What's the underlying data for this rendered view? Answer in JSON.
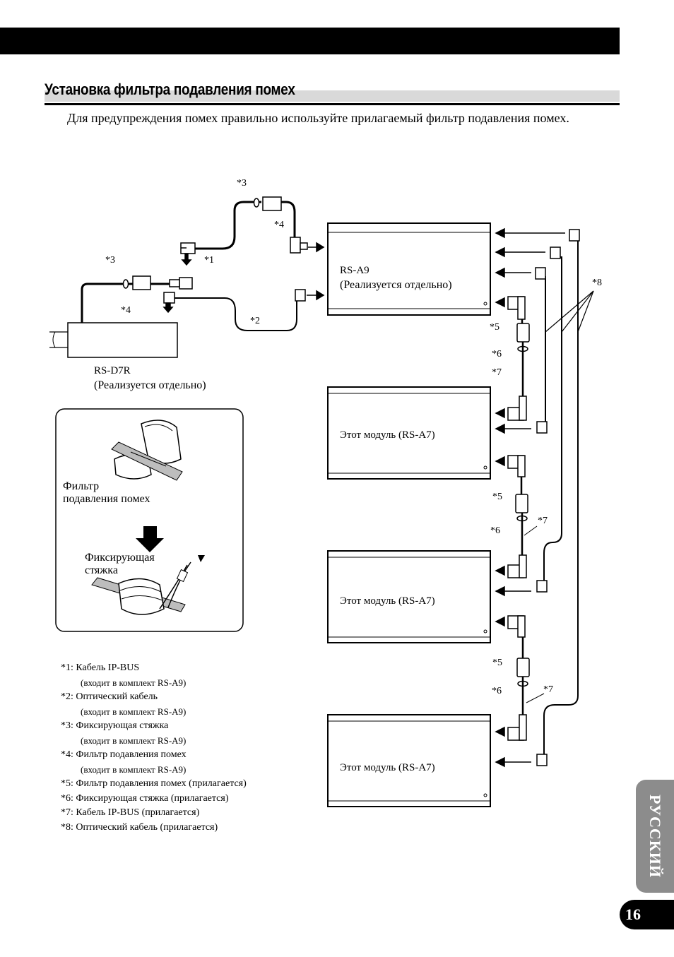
{
  "heading": {
    "title": "Установка фильтра подавления помех"
  },
  "intro": {
    "text": "Для предупреждения помех правильно используйте прилагаемый фильтр подавления помех."
  },
  "diagram": {
    "rs_a9_name": "RS-A9",
    "rs_a9_note": "(Реализуется отдельно)",
    "rs_d7r_name": "RS-D7R",
    "rs_d7r_note": "(Реализуется отдельно)",
    "module_label": "Этот модуль (RS-A7)",
    "m1": "*1",
    "m2": "*2",
    "m3": "*3",
    "m4": "*4",
    "m5": "*5",
    "m6": "*6",
    "m7": "*7",
    "m8": "*8"
  },
  "inset": {
    "filter_line1": "Фильтр",
    "filter_line2": "подавления помех",
    "tie_line1": "Фиксирующая",
    "tie_line2": "стяжка"
  },
  "legend": [
    {
      "main": "*1: Кабель IP-BUS",
      "sub": "(входит в комплект RS-A9)"
    },
    {
      "main": "*2: Оптический кабель",
      "sub": "(входит в комплект RS-A9)"
    },
    {
      "main": "*3: Фиксирующая стяжка",
      "sub": "(входит в комплект RS-A9)"
    },
    {
      "main": "*4: Фильтр подавления помех",
      "sub": "(входит в комплект RS-A9)"
    },
    {
      "main": "*5: Фильтр подавления помех (прилагается)",
      "sub": ""
    },
    {
      "main": "*6: Фиксирующая стяжка (прилагается)",
      "sub": ""
    },
    {
      "main": "*7: Кабель IP-BUS (прилагается)",
      "sub": ""
    },
    {
      "main": "*8: Оптический кабель (прилагается)",
      "sub": ""
    }
  ],
  "side_tab": {
    "label": "РУССКИЙ"
  },
  "page": {
    "number": "16"
  }
}
